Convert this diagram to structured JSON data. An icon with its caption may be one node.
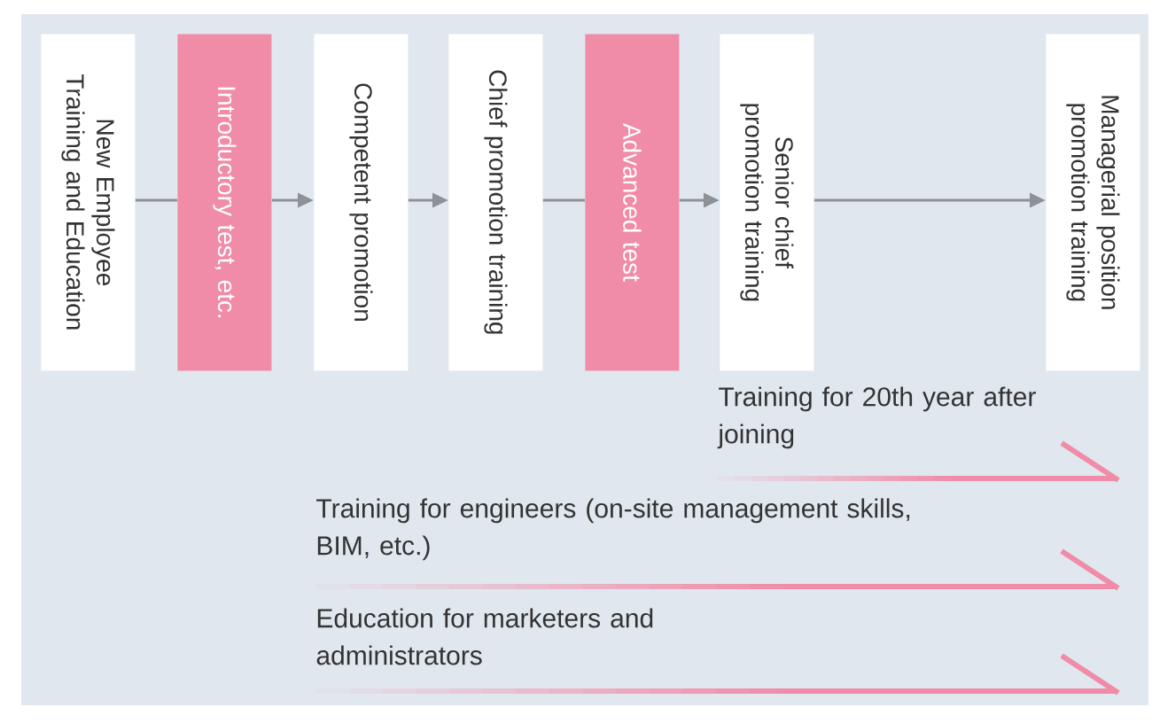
{
  "diagram": {
    "nodes": [
      {
        "text": [
          "New Employee Training and Education"
        ]
      },
      {
        "text": [
          "Introductory test, etc."
        ]
      },
      {
        "text": [
          "Competent promotion"
        ]
      },
      {
        "text": [
          "Chief promotion training"
        ]
      },
      {
        "text": [
          "Advanced test"
        ]
      },
      {
        "text": [
          "Senior chief promotion training"
        ]
      },
      {
        "text": [
          "Managerial position promotion training"
        ]
      }
    ],
    "edges": [
      {
        "from": 0,
        "to": 1,
        "arrow": "none"
      },
      {
        "from": 1,
        "to": 2,
        "arrow": "to"
      },
      {
        "from": 2,
        "to": 3,
        "arrow": "to"
      },
      {
        "from": 3,
        "to": 4,
        "arrow": "none"
      },
      {
        "from": 4,
        "to": 5,
        "arrow": "to"
      },
      {
        "from": 5,
        "to": 6,
        "arrow": "to"
      }
    ],
    "labels": [
      "Training for 20th year after joining",
      "Training for engineers (on-site management skills, BIM, etc.)",
      "Education for marketers and administrators"
    ]
  }
}
